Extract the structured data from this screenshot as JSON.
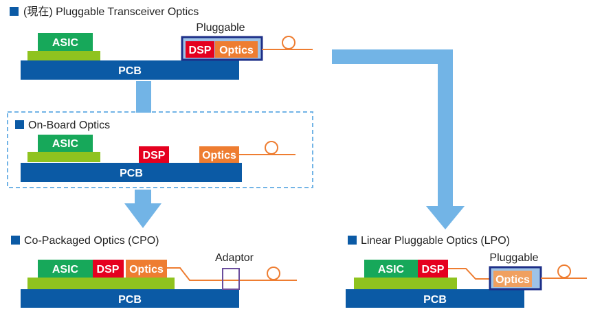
{
  "colors": {
    "asic": "#17a85a",
    "substrate": "#8fc31f",
    "pcb": "#0b5aa5",
    "dsp": "#e5001f",
    "optics": "#ee7d31",
    "optics_lpo": "#f0a060",
    "module_border": "#1d2f88",
    "module_fill": "#9ec3e6",
    "adaptor_border": "#6a4c9c",
    "fiber": "#ee7d31",
    "arrow": "#72b4e6",
    "dashed_border": "#72b4e6",
    "bullet": "#0b5aa5"
  },
  "sections": {
    "pluggable": {
      "title": "(現在) Pluggable Transceiver Optics",
      "asic": "ASIC",
      "pcb": "PCB",
      "module_caption": "Pluggable",
      "dsp": "DSP",
      "optics": "Optics"
    },
    "onboard": {
      "title": "On-Board Optics",
      "asic": "ASIC",
      "pcb": "PCB",
      "dsp": "DSP",
      "optics": "Optics"
    },
    "cpo": {
      "title": "Co-Packaged Optics (CPO)",
      "asic": "ASIC",
      "dsp": "DSP",
      "optics": "Optics",
      "pcb": "PCB",
      "adaptor_caption": "Adaptor"
    },
    "lpo": {
      "title": "Linear Pluggable Optics (LPO)",
      "asic": "ASIC",
      "dsp": "DSP",
      "pcb": "PCB",
      "module_caption": "Pluggable",
      "optics": "Optics"
    }
  }
}
